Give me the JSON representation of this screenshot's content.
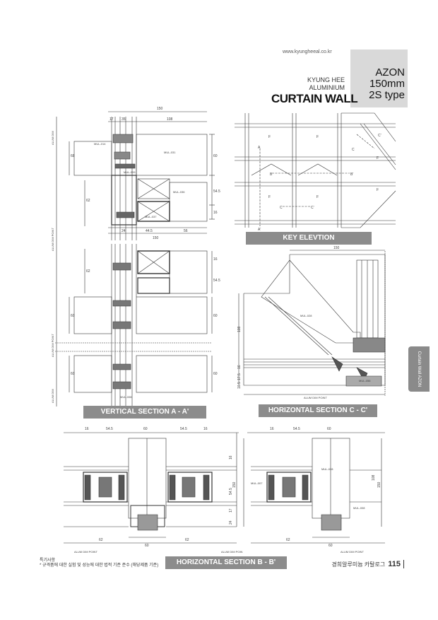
{
  "header": {
    "url": "www.kyungheeal.co.kr",
    "brand_line1": "KYUNG HEE",
    "brand_line2": "ALUMINIUM",
    "title": "CURTAIN WALL",
    "product_line1": "AZON",
    "product_line2": "150mm",
    "product_line3": "2S type"
  },
  "labels": {
    "key_elevation": "KEY ELEVTION",
    "vertical_section": "VERTICAL SECTION A - A'",
    "horizontal_cc": "HORIZONTAL SECTION C - C'",
    "horizontal_bb": "HORIZONTAL SECTION B - B'"
  },
  "side_tab": "Curtain Wall AZON",
  "vertical_dims": {
    "d150": "150",
    "d35": "35",
    "d108": "108",
    "d17": "17",
    "d24": "24",
    "d44_5": "44.5",
    "d56": "56",
    "d60": "60",
    "d54_5": "54.5",
    "d16": "16",
    "d62": "62",
    "d68": "68",
    "alum_dim": "ALUM DIM",
    "alum_dim_point": "ALUM DIM POINT"
  },
  "part_codes": {
    "p1": "MUL-014",
    "p2": "MUL-031",
    "p3": "MUL-009",
    "p4": "MUL-036",
    "p5": "MUL-037",
    "p6": "MUL-028",
    "p7": "MUL-056",
    "p8": "MUL-008",
    "p9": "MUL-007"
  },
  "key_elevation": {
    "f": "F",
    "a": "A",
    "a_prime": "A'",
    "b": "B",
    "b_prime": "B'",
    "c": "C",
    "c_prime": "C'"
  },
  "horizontal_cc_dims": {
    "d150": "150",
    "d108": "108",
    "d16": "16",
    "d17_5": "17.5",
    "d16_5": "16.5",
    "alum_dim_point": "ALUM DIM POINT"
  },
  "horizontal_bb_dims": {
    "d16": "16",
    "d54_5": "54.5",
    "d60": "60",
    "d62": "62",
    "d150": "150",
    "d17": "17",
    "d24": "24",
    "d108": "108",
    "alum_dim_point": "ALUM DIM POINT",
    "alum_dim_poin": "ALUM DIM POIN"
  },
  "footer": {
    "note_title": "특기사항",
    "note_text": "* 규격품에 대한 실험 및 성능에 대한 법적 기준 준수 (해당제품 기준)",
    "right_text": "경희알루미늄 카탈로그",
    "page": "115"
  }
}
